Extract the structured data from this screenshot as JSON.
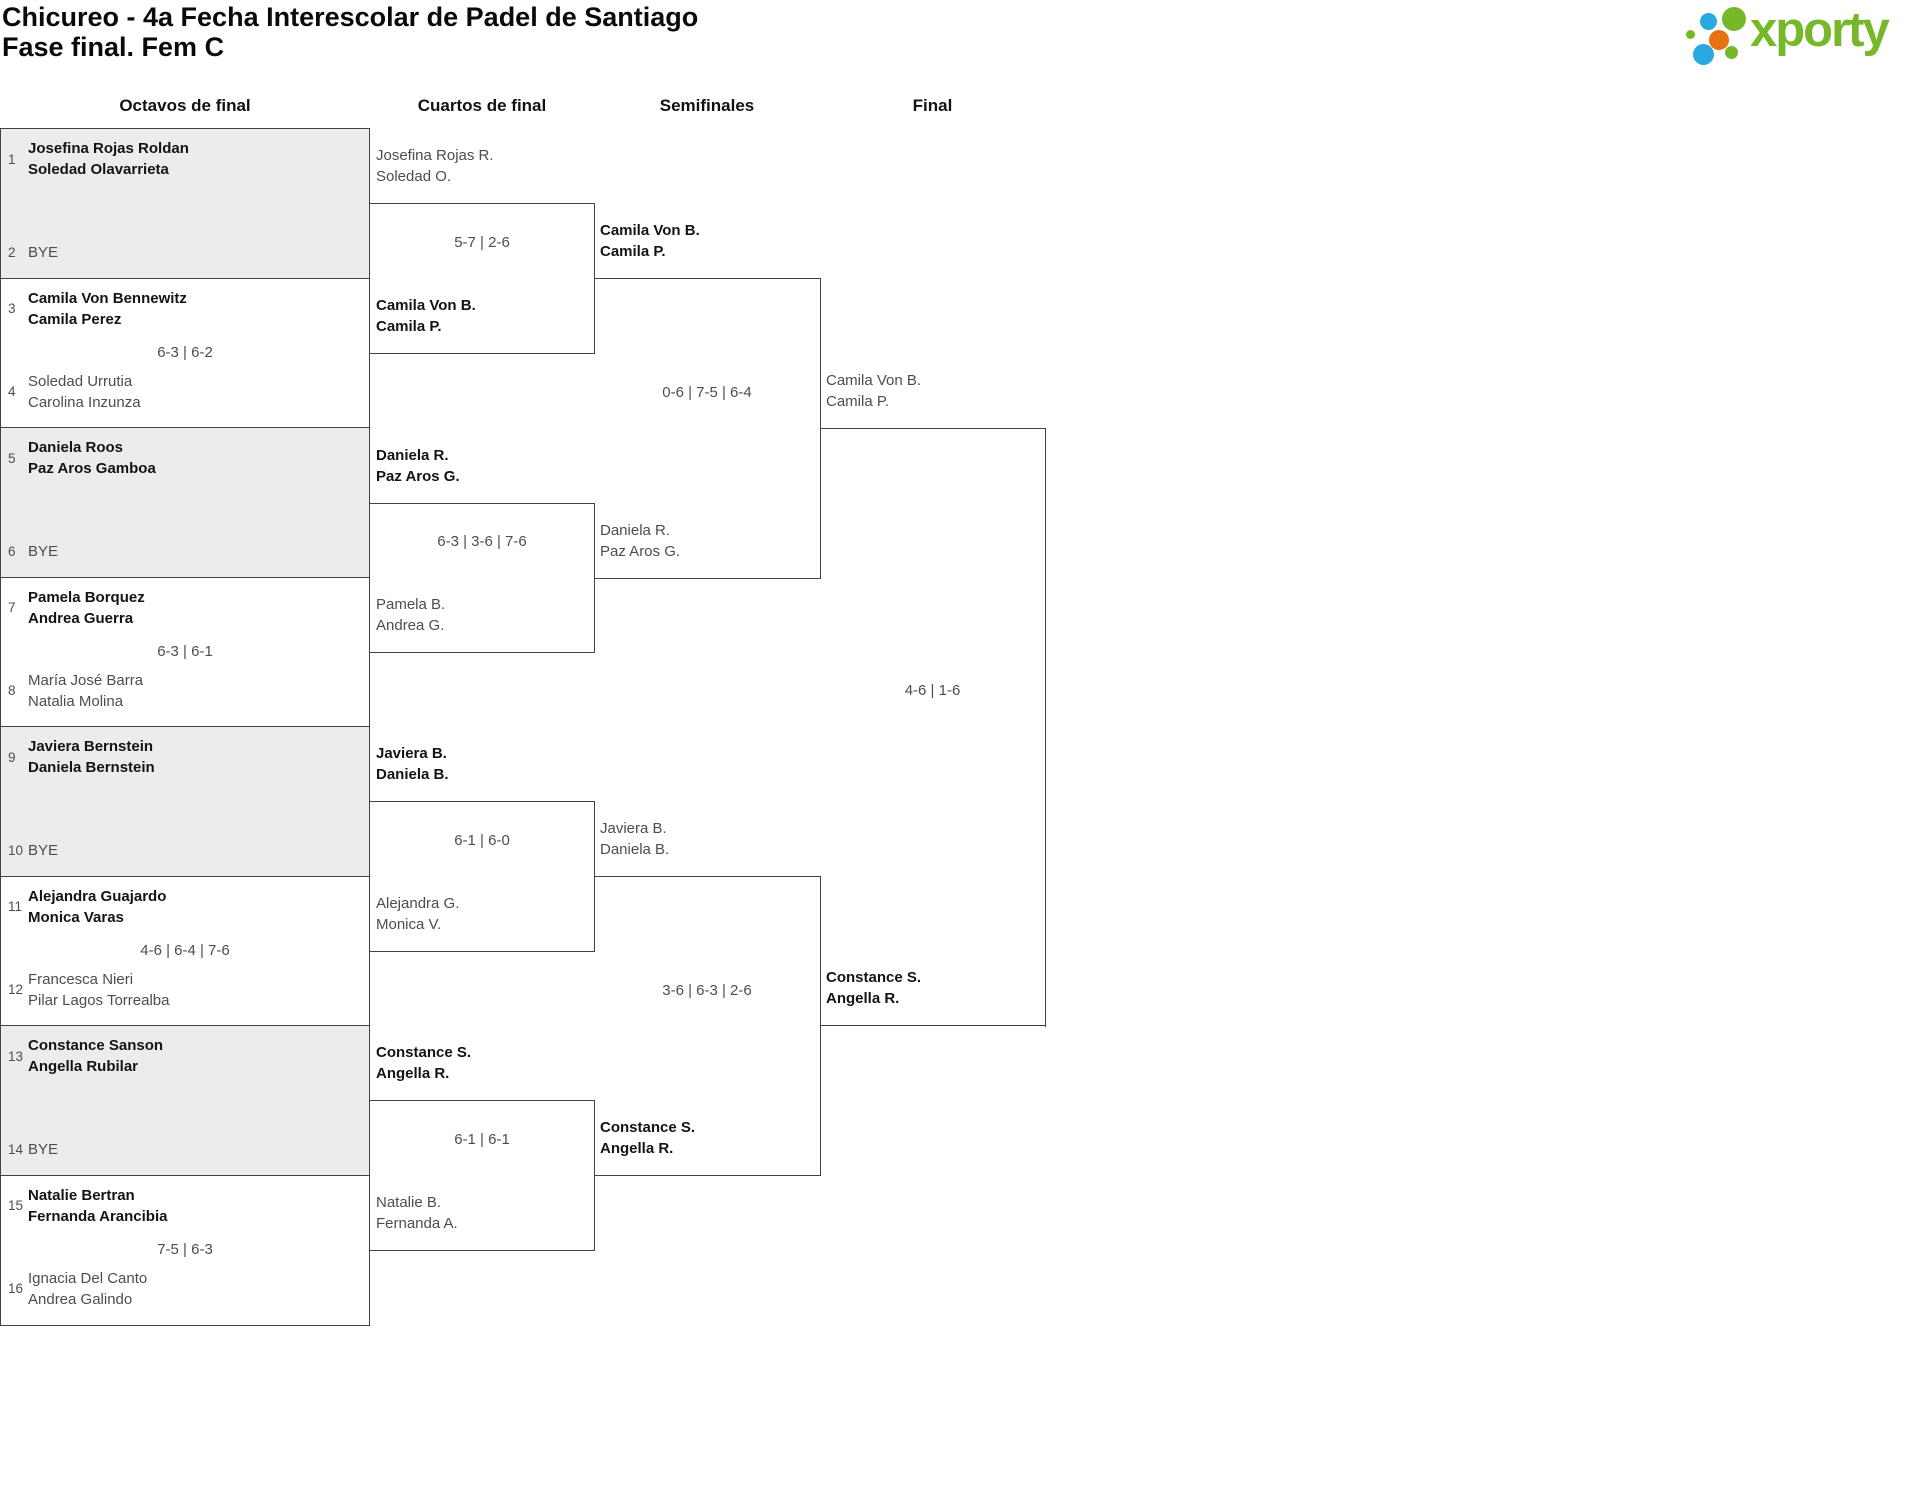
{
  "page": {
    "title_line1": "Chicureo - 4a Fecha Interescolar de Padel de Santiago",
    "title_line2": "Fase final. Fem C"
  },
  "brand": {
    "logo_text": "xporty",
    "green": "#76b82a",
    "blue": "#2aa9e0",
    "orange": "#e87211"
  },
  "rounds": [
    "Octavos de final",
    "Cuartos de final",
    "Semifinales",
    "Final"
  ],
  "octavos": [
    {
      "score": "",
      "slots": [
        {
          "seed": "1",
          "lines": [
            "Josefina Rojas Roldan",
            "Soledad Olavarrieta"
          ],
          "winner": true
        },
        {
          "seed": "2",
          "lines": [
            "BYE"
          ],
          "winner": false
        }
      ]
    },
    {
      "score": "6-3 | 6-2",
      "slots": [
        {
          "seed": "3",
          "lines": [
            "Camila Von Bennewitz",
            "Camila Perez"
          ],
          "winner": true
        },
        {
          "seed": "4",
          "lines": [
            "Soledad Urrutia",
            "Carolina Inzunza"
          ],
          "winner": false
        }
      ]
    },
    {
      "score": "",
      "slots": [
        {
          "seed": "5",
          "lines": [
            "Daniela Roos",
            "Paz Aros Gamboa"
          ],
          "winner": true
        },
        {
          "seed": "6",
          "lines": [
            "BYE"
          ],
          "winner": false
        }
      ]
    },
    {
      "score": "6-3 | 6-1",
      "slots": [
        {
          "seed": "7",
          "lines": [
            "Pamela Borquez",
            "Andrea Guerra"
          ],
          "winner": true
        },
        {
          "seed": "8",
          "lines": [
            "María José Barra",
            "Natalia Molina"
          ],
          "winner": false
        }
      ]
    },
    {
      "score": "",
      "slots": [
        {
          "seed": "9",
          "lines": [
            "Javiera Bernstein",
            "Daniela Bernstein"
          ],
          "winner": true
        },
        {
          "seed": "10",
          "lines": [
            "BYE"
          ],
          "winner": false
        }
      ]
    },
    {
      "score": "4-6 | 6-4 | 7-6",
      "slots": [
        {
          "seed": "11",
          "lines": [
            "Alejandra Guajardo",
            "Monica Varas"
          ],
          "winner": true
        },
        {
          "seed": "12",
          "lines": [
            "Francesca Nieri",
            "Pilar Lagos Torrealba"
          ],
          "winner": false
        }
      ]
    },
    {
      "score": "",
      "slots": [
        {
          "seed": "13",
          "lines": [
            "Constance Sanson",
            "Angella Rubilar"
          ],
          "winner": true
        },
        {
          "seed": "14",
          "lines": [
            "BYE"
          ],
          "winner": false
        }
      ]
    },
    {
      "score": "7-5 | 6-3",
      "slots": [
        {
          "seed": "15",
          "lines": [
            "Natalie Bertran",
            "Fernanda Arancibia"
          ],
          "winner": true
        },
        {
          "seed": "16",
          "lines": [
            "Ignacia Del Canto",
            "Andrea Galindo"
          ],
          "winner": false
        }
      ]
    }
  ],
  "cuartos": [
    {
      "score": "5-7 | 2-6",
      "slots": [
        {
          "lines": [
            "Josefina Rojas R.",
            "Soledad O."
          ],
          "winner": false
        },
        {
          "lines": [
            "Camila Von B.",
            "Camila P."
          ],
          "winner": true
        }
      ]
    },
    {
      "score": "6-3 | 3-6 | 7-6",
      "slots": [
        {
          "lines": [
            "Daniela R.",
            "Paz Aros G."
          ],
          "winner": true
        },
        {
          "lines": [
            "Pamela B.",
            "Andrea G."
          ],
          "winner": false
        }
      ]
    },
    {
      "score": "6-1 | 6-0",
      "slots": [
        {
          "lines": [
            "Javiera B.",
            "Daniela B."
          ],
          "winner": true
        },
        {
          "lines": [
            "Alejandra G.",
            "Monica V."
          ],
          "winner": false
        }
      ]
    },
    {
      "score": "6-1 | 6-1",
      "slots": [
        {
          "lines": [
            "Constance S.",
            "Angella R."
          ],
          "winner": true
        },
        {
          "lines": [
            "Natalie B.",
            "Fernanda A."
          ],
          "winner": false
        }
      ]
    }
  ],
  "semifinales": [
    {
      "score": "0-6 | 7-5 | 6-4",
      "slots": [
        {
          "lines": [
            "Camila Von B.",
            "Camila P."
          ],
          "winner": true
        },
        {
          "lines": [
            "Daniela R.",
            "Paz Aros G."
          ],
          "winner": false
        }
      ]
    },
    {
      "score": "3-6 | 6-3 | 2-6",
      "slots": [
        {
          "lines": [
            "Javiera B.",
            "Daniela B."
          ],
          "winner": false
        },
        {
          "lines": [
            "Constance S.",
            "Angella R."
          ],
          "winner": true
        }
      ]
    }
  ],
  "final": {
    "score": "4-6 | 1-6",
    "slots": [
      {
        "lines": [
          "Camila Von B.",
          "Camila P."
        ],
        "winner": false
      },
      {
        "lines": [
          "Constance S.",
          "Angella R."
        ],
        "winner": true
      }
    ]
  }
}
